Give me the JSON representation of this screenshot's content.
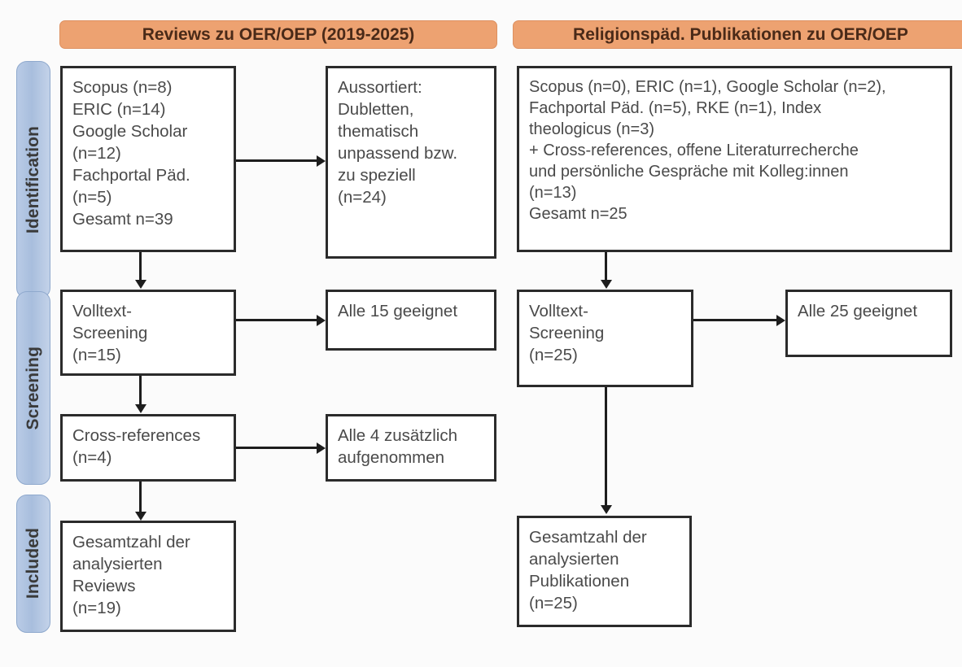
{
  "stages": [
    {
      "name": "identification",
      "label": "Identification"
    },
    {
      "name": "screening",
      "label": "Screening"
    },
    {
      "name": "included",
      "label": "Included"
    }
  ],
  "columns": [
    {
      "name": "reviews",
      "header": "Reviews zu OER/OEP (2019-2025)"
    },
    {
      "name": "religionspaed",
      "header": "Religionspäd. Publikationen zu OER/OEP"
    }
  ],
  "nodes": {
    "left_sources": "Scopus (n=8)\nERIC (n=14)\nGoogle Scholar\n(n=12)\nFachportal Päd.\n(n=5)\nGesamt n=39",
    "left_excluded": "Aussortiert:\nDubletten,\nthematisch\nunpassend bzw.\nzu speziell\n(n=24)",
    "left_fulltext": "Volltext-\nScreening\n(n=15)",
    "left_fulltext_result": "Alle 15 geeignet",
    "left_crossrefs": "Cross-references\n(n=4)",
    "left_crossrefs_result": "Alle 4 zusätzlich\naufgenommen",
    "left_included": "Gesamtzahl der\nanalysierten\nReviews\n(n=19)",
    "right_sources": "Scopus (n=0), ERIC (n=1), Google Scholar (n=2),\nFachportal Päd. (n=5), RKE (n=1), Index\ntheologicus (n=3)\n+ Cross-references, offene Literaturrecherche\nund persönliche Gespräche mit Kolleg:innen\n(n=13)\nGesamt n=25",
    "right_fulltext": "Volltext-\nScreening\n(n=25)",
    "right_fulltext_result": "Alle 25 geeignet",
    "right_included": "Gesamtzahl der\nanalysierten\nPublikationen\n(n=25)"
  },
  "colors": {
    "header_fill": "#eda271",
    "stage_fill": "#a8bedd",
    "node_border": "#2b2b2b",
    "connector": "#1d1d1d"
  }
}
